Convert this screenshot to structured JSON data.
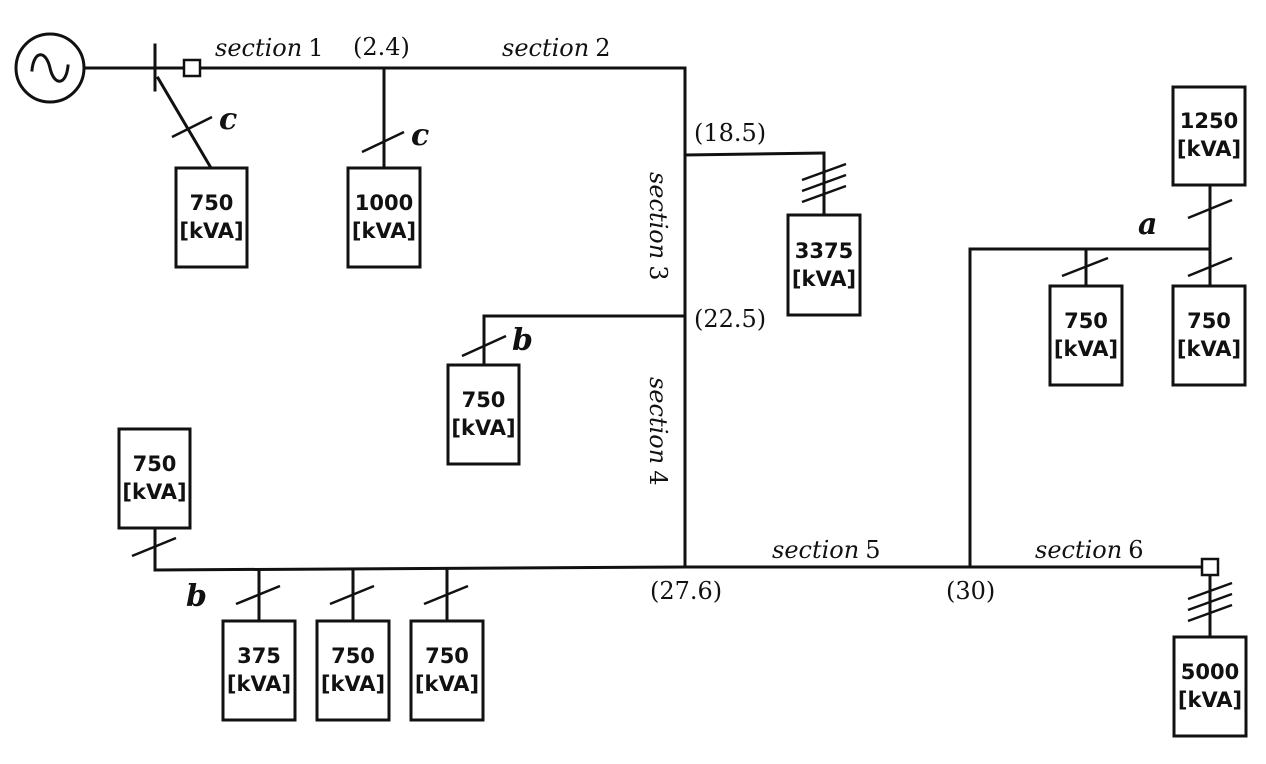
{
  "source": {
    "icon": "ac-source-icon"
  },
  "sections": [
    {
      "word": "section",
      "num": "1"
    },
    {
      "word": "section",
      "num": "2"
    },
    {
      "word": "section",
      "num": "3"
    },
    {
      "word": "section",
      "num": "4"
    },
    {
      "word": "section",
      "num": "5"
    },
    {
      "word": "section",
      "num": "6"
    }
  ],
  "distances": [
    "(2.4)",
    "(18.5)",
    "(22.5)",
    "(27.6)",
    "(30)"
  ],
  "phases": [
    "c",
    "c",
    "b",
    "b",
    "a"
  ],
  "transformers": [
    {
      "rating": "750",
      "unit": "[kVA]"
    },
    {
      "rating": "1000",
      "unit": "[kVA]"
    },
    {
      "rating": "3375",
      "unit": "[kVA]"
    },
    {
      "rating": "750",
      "unit": "[kVA]"
    },
    {
      "rating": "1250",
      "unit": "[kVA]"
    },
    {
      "rating": "750",
      "unit": "[kVA]"
    },
    {
      "rating": "750",
      "unit": "[kVA]"
    },
    {
      "rating": "750",
      "unit": "[kVA]"
    },
    {
      "rating": "375",
      "unit": "[kVA]"
    },
    {
      "rating": "750",
      "unit": "[kVA]"
    },
    {
      "rating": "750",
      "unit": "[kVA]"
    },
    {
      "rating": "5000",
      "unit": "[kVA]"
    }
  ]
}
